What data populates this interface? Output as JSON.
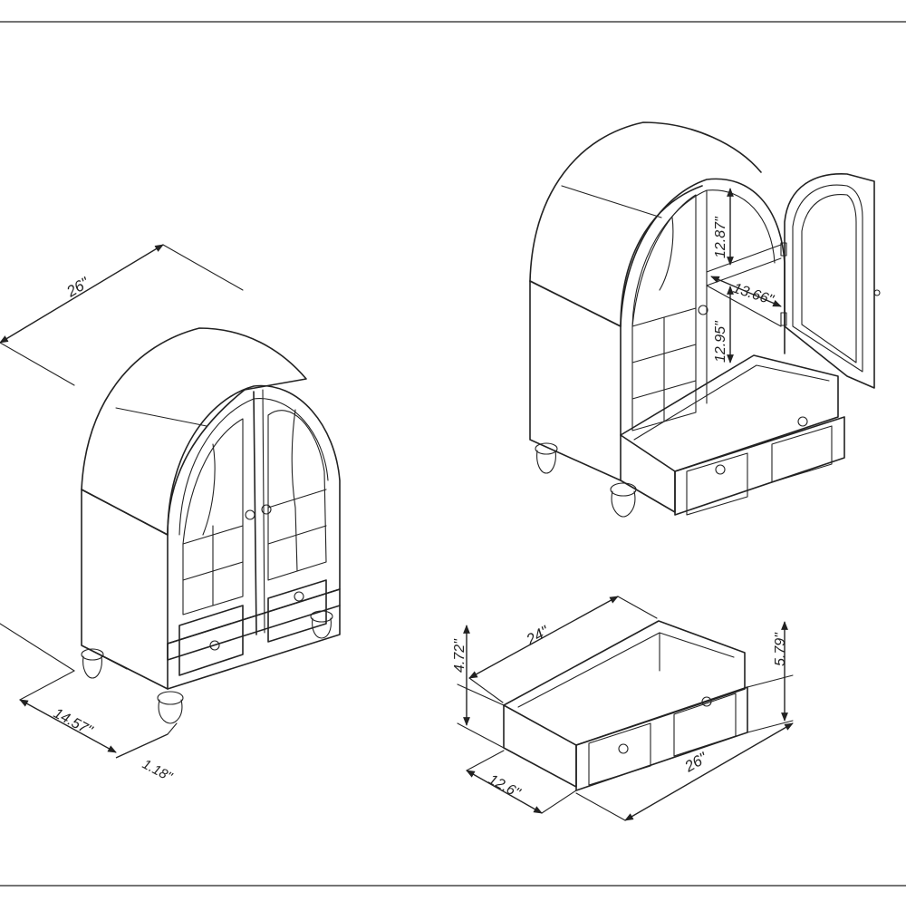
{
  "colors": {
    "ink": "#222222",
    "paper": "#ffffff"
  },
  "dims": {
    "cabinet_width": "26\"",
    "cabinet_depth": "14.57\"",
    "foot_inset": "1.18\"",
    "upper_shelf_height": "12.87\"",
    "shelf_depth": "13.66\"",
    "lower_shelf_height": "12.95\"",
    "drawer_length": "24\"",
    "drawer_inner_height": "4.72\"",
    "drawer_front_height": "5.79\"",
    "drawer_front_width": "26\"",
    "drawer_depth": "12.6\""
  }
}
